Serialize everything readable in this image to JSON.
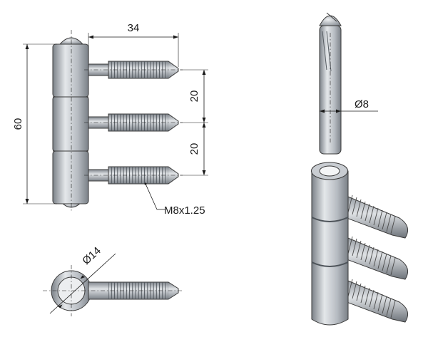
{
  "dimensions": {
    "width_34": "34",
    "height_60": "60",
    "pitch_top": "20",
    "pitch_bottom": "20",
    "pin_diameter": "Ø8",
    "barrel_diameter": "Ø14",
    "thread_spec": "M8x1.25"
  },
  "colors": {
    "metal_light": "#d9dde2",
    "metal_mid": "#a9afb6",
    "metal_dark": "#6f757c",
    "line": "#1a1a1a"
  }
}
